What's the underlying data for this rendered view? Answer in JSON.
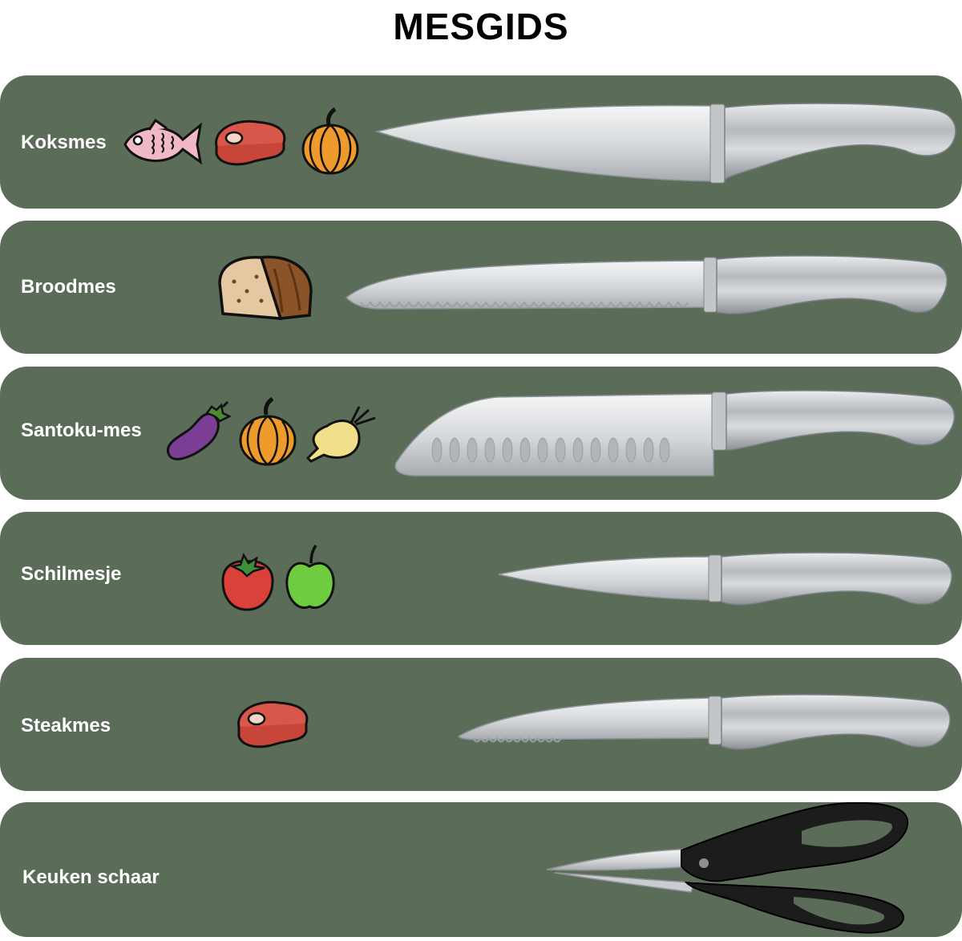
{
  "page": {
    "title": "MESGIDS"
  },
  "knives": [
    {
      "label": "Koksmes",
      "icons": [
        "fish-icon",
        "steak-icon",
        "pumpkin-icon"
      ]
    },
    {
      "label": "Broodmes",
      "icons": [
        "bread-icon"
      ]
    },
    {
      "label": "Santoku-mes",
      "icons": [
        "eggplant-icon",
        "pumpkin-icon",
        "turnip-icon"
      ]
    },
    {
      "label": "Schilmesje",
      "icons": [
        "tomato-icon",
        "apple-icon"
      ]
    },
    {
      "label": "Steakmes",
      "icons": [
        "steak-icon"
      ]
    },
    {
      "label": "Keuken schaar",
      "icons": [
        "scissors-icon"
      ]
    }
  ],
  "colors": {
    "panel": "#5b6d58",
    "label": "#ffffff",
    "blade": "#d6d9dc",
    "handle": "#a9adb1",
    "scissors_handle": "#1c1c1c"
  }
}
